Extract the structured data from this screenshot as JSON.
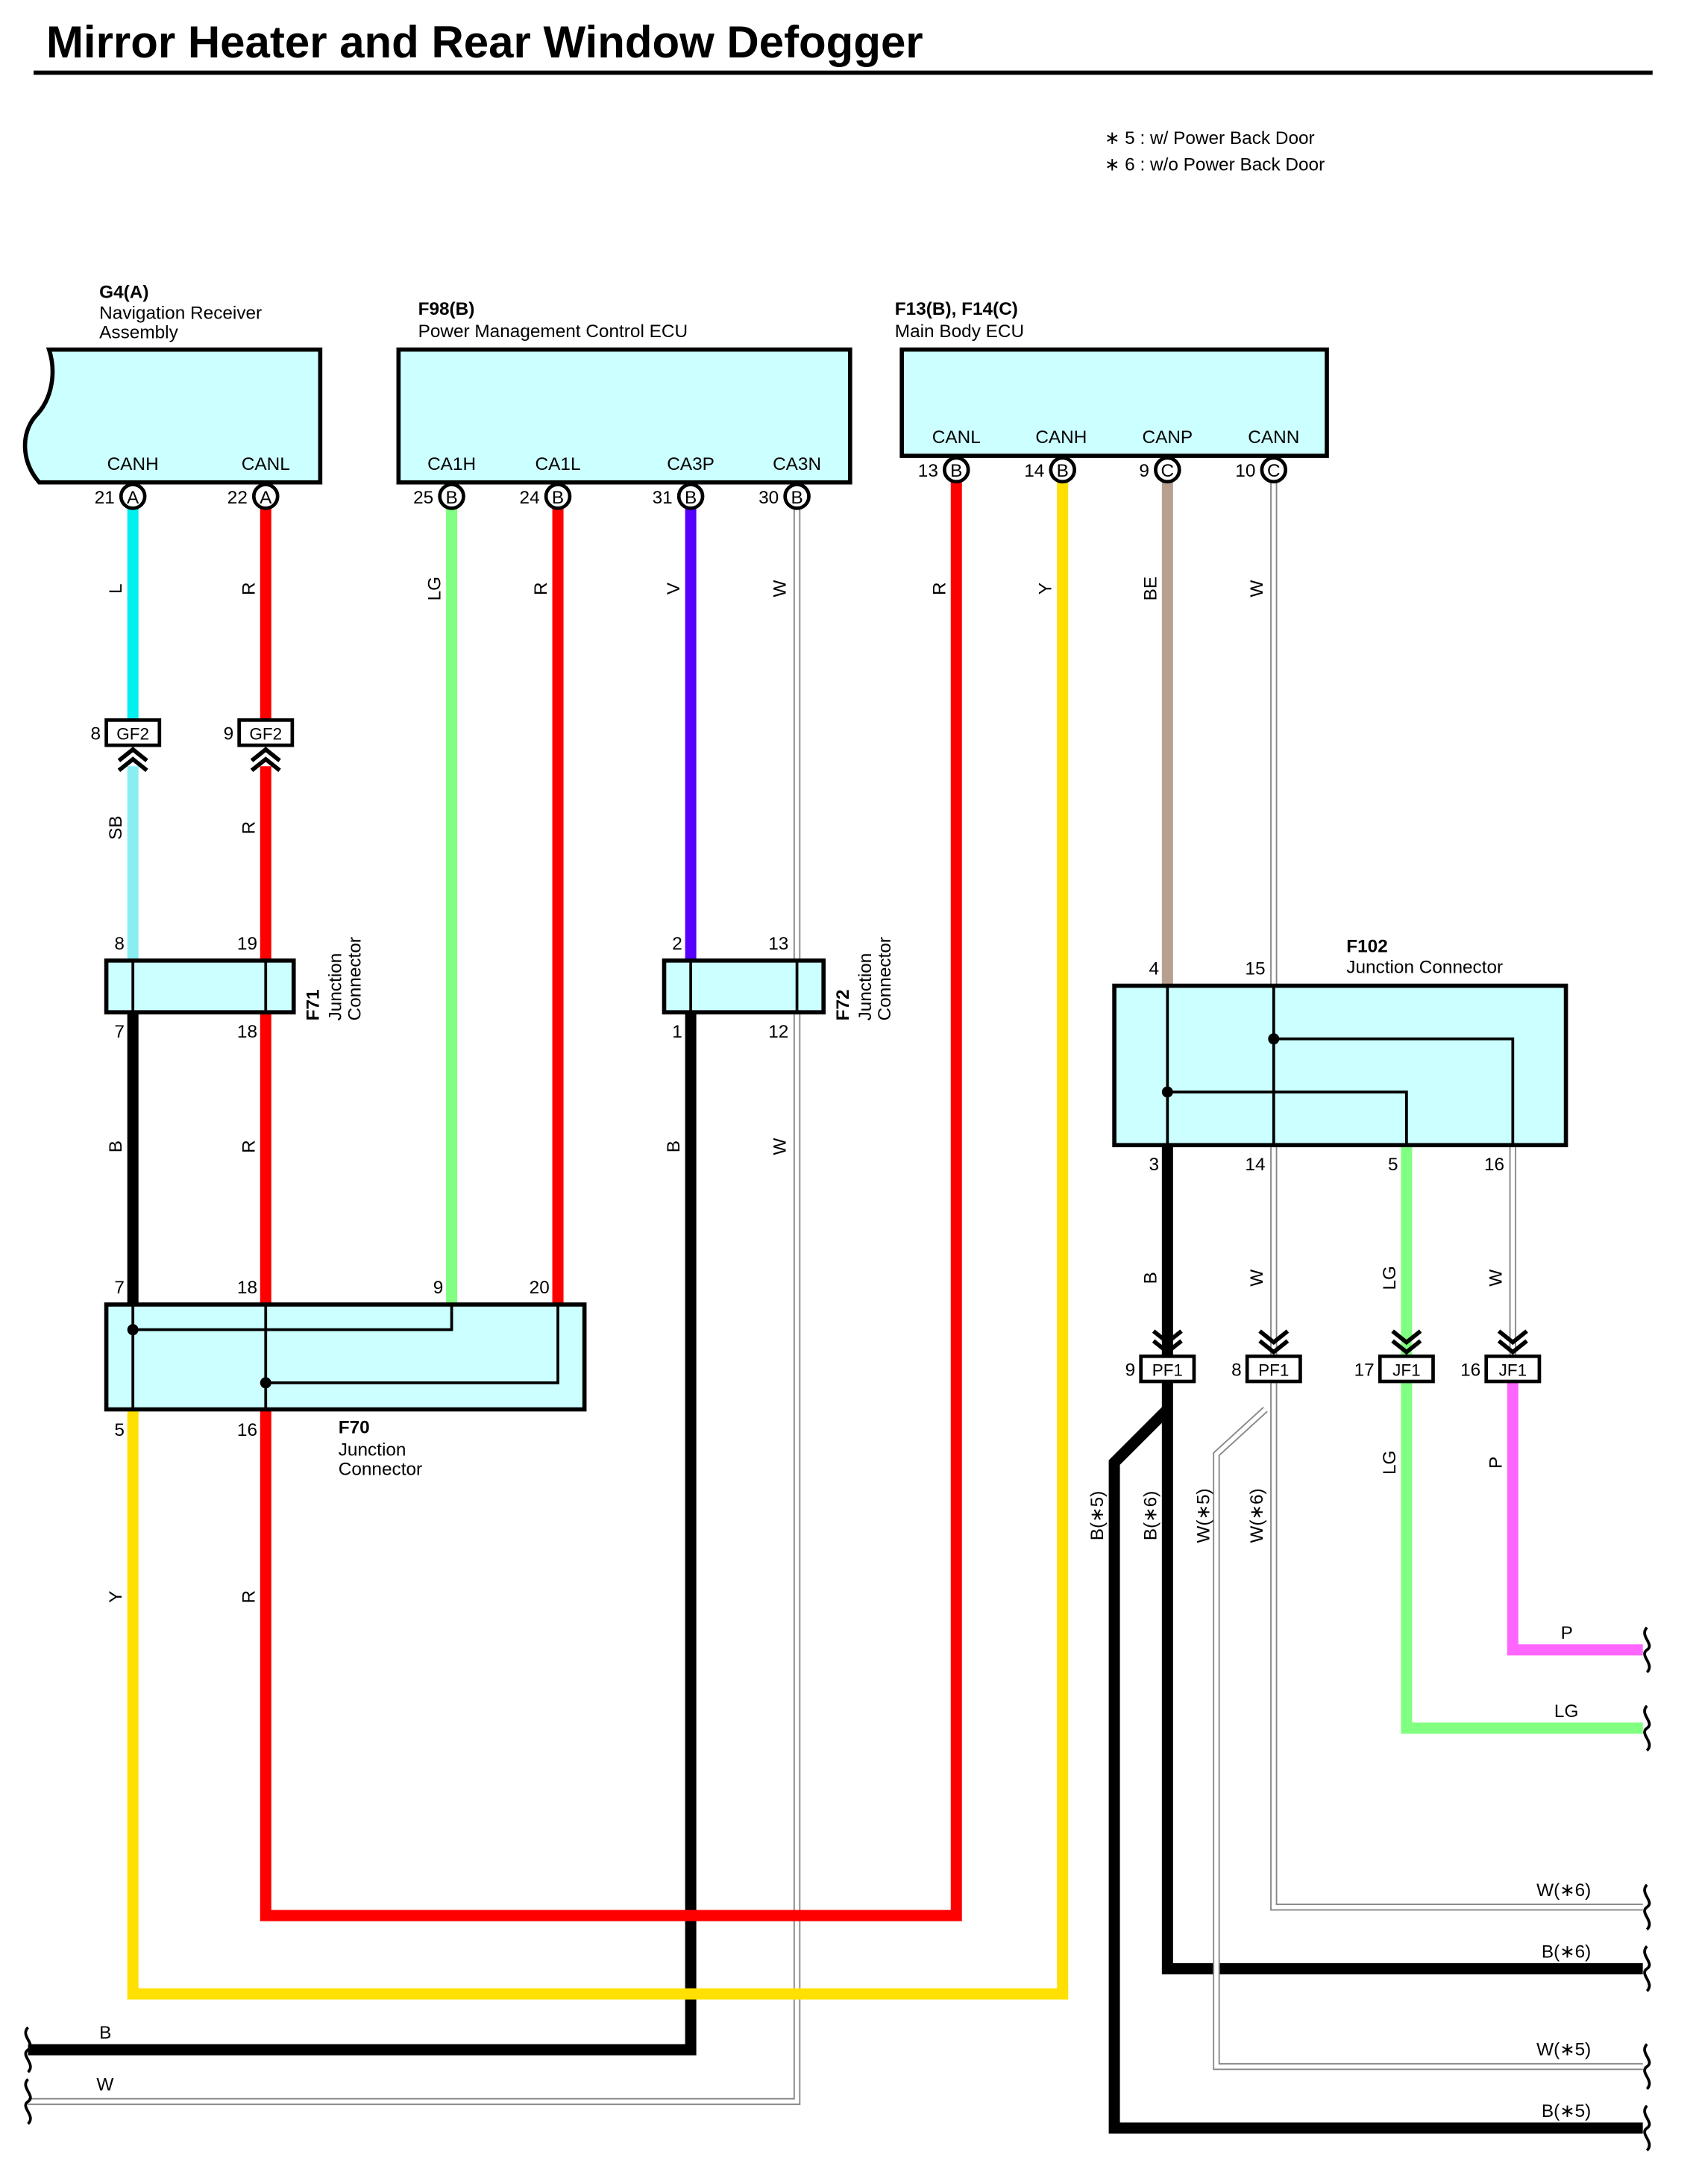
{
  "title": "Mirror Heater and Rear Window Defogger",
  "notes": [
    "∗ 5 : w/ Power Back Door",
    "∗ 6 : w/o Power Back Door"
  ],
  "colors": {
    "L": "#00f0f0",
    "R": "#ff0000",
    "LG": "#80ff80",
    "V": "#5500ff",
    "W": "#ffffff",
    "Y": "#ffe000",
    "BE": "#b8a090",
    "SB": "#88eef2",
    "B": "#000000",
    "P": "#ff66ff",
    "box": "#ccffff"
  },
  "components": {
    "g4": {
      "code": "G4(A)",
      "name_line1": "Navigation Receiver",
      "name_line2": "Assembly",
      "pins": [
        {
          "label": "CANH",
          "num": "21",
          "conn": "A"
        },
        {
          "label": "CANL",
          "num": "22",
          "conn": "A"
        }
      ]
    },
    "f98": {
      "code": "F98(B)",
      "name": "Power Management Control ECU",
      "pins": [
        {
          "label": "CA1H",
          "num": "25",
          "conn": "B"
        },
        {
          "label": "CA1L",
          "num": "24",
          "conn": "B"
        },
        {
          "label": "CA3P",
          "num": "31",
          "conn": "B"
        },
        {
          "label": "CA3N",
          "num": "30",
          "conn": "B"
        }
      ]
    },
    "f13": {
      "code": "F13(B), F14(C)",
      "name": "Main Body ECU",
      "pins": [
        {
          "label": "CANL",
          "num": "13",
          "conn": "B"
        },
        {
          "label": "CANH",
          "num": "14",
          "conn": "B"
        },
        {
          "label": "CANP",
          "num": "9",
          "conn": "C"
        },
        {
          "label": "CANN",
          "num": "10",
          "conn": "C"
        }
      ]
    },
    "f71": {
      "code": "F71",
      "name_line1": "Junction",
      "name_line2": "Connector",
      "pins_top": [
        "8",
        "19"
      ],
      "pins_bottom": [
        "7",
        "18"
      ]
    },
    "f72": {
      "code": "F72",
      "name_line1": "Junction",
      "name_line2": "Connector",
      "pins_top": [
        "2",
        "13"
      ],
      "pins_bottom": [
        "1",
        "12"
      ]
    },
    "f70": {
      "code": "F70",
      "name_line1": "Junction",
      "name_line2": "Connector",
      "pins_top": [
        "7",
        "18",
        "9",
        "20"
      ],
      "pins_bottom": [
        "5",
        "16"
      ]
    },
    "f102": {
      "code": "F102",
      "name": "Junction Connector",
      "pins_top": [
        "4",
        "15"
      ],
      "pins_bottom": [
        "3",
        "14",
        "5",
        "16"
      ]
    }
  },
  "inline_connectors": {
    "gf2_a": {
      "name": "GF2",
      "pin": "8"
    },
    "gf2_b": {
      "name": "GF2",
      "pin": "9"
    },
    "pf1_a": {
      "name": "PF1",
      "pin": "9"
    },
    "pf1_b": {
      "name": "PF1",
      "pin": "8"
    },
    "jf1_a": {
      "name": "JF1",
      "pin": "17"
    },
    "jf1_b": {
      "name": "JF1",
      "pin": "16"
    }
  },
  "wire_labels": {
    "g4_canh": "L",
    "g4_canl": "R",
    "f98_ca1h": "LG",
    "f98_ca1l": "R",
    "f98_ca3p": "V",
    "f98_ca3n": "W",
    "f13_canl": "R",
    "f13_canh": "Y",
    "f13_canp": "BE",
    "f13_cann": "W",
    "sb": "SB",
    "r_mid": "R",
    "b_left": "B",
    "r_left_mid": "R",
    "b_mid": "B",
    "w_mid": "W",
    "y_low": "Y",
    "r_low": "R",
    "f102_b": "B",
    "f102_w14": "W",
    "f102_lg": "LG",
    "f102_w16": "W",
    "b5": "B(∗5)",
    "b6": "B(∗6)",
    "w5": "W(∗5)",
    "w6": "W(∗6)",
    "jf1_lg": "LG",
    "jf1_p": "P"
  },
  "exits": {
    "p": "P",
    "lg": "LG",
    "w6": "W(∗6)",
    "b6": "B(∗6)",
    "w5": "W(∗5)",
    "b5": "B(∗5)",
    "b_left": "B",
    "w_left": "W"
  }
}
